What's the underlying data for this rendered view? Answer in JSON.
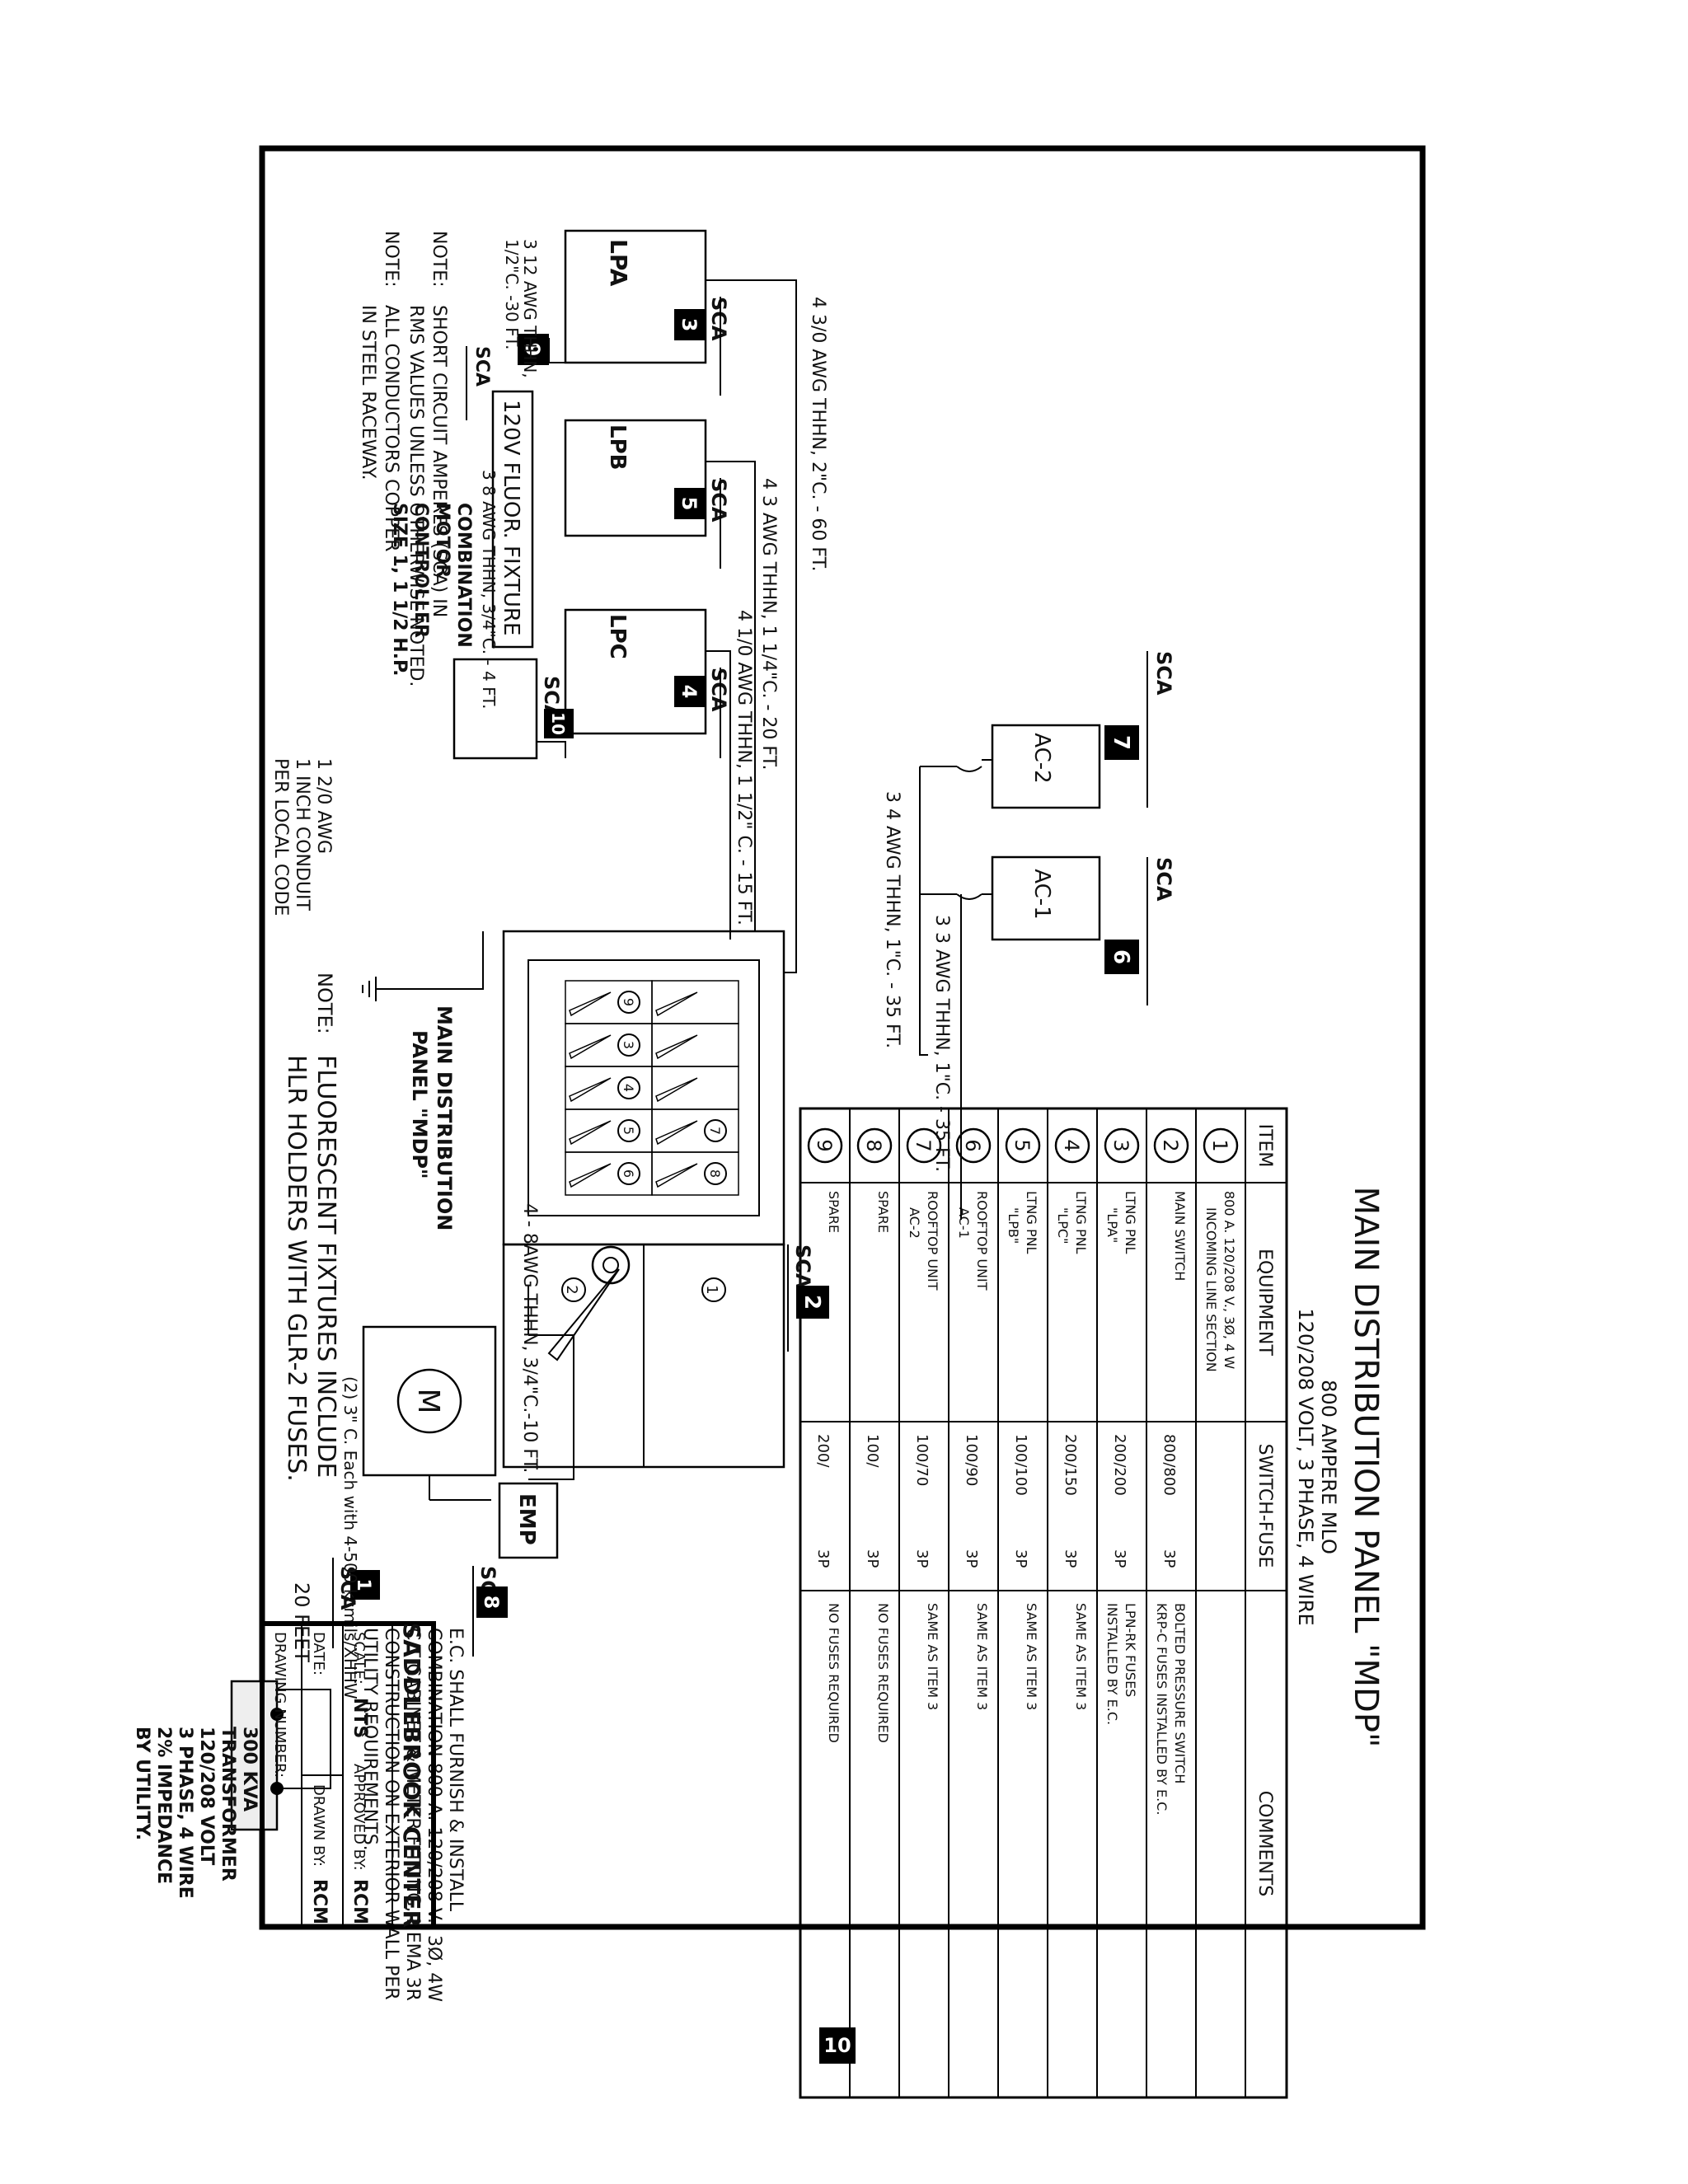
{
  "panel_table": {
    "title": "MAIN DISTRIBUTION PANEL \"MDP\"",
    "subtitle1": "800 AMPERE MLO",
    "subtitle2": "120/208 VOLT, 3 PHASE, 4 WIRE",
    "headers": {
      "item": "ITEM",
      "equipment": "EQUIPMENT",
      "switch_fuse": "SWITCH-FUSE",
      "comments": "COMMENTS"
    },
    "rows": [
      {
        "item": "1",
        "equipment": "800 A. 120/208 V., 3Ø, 4 W",
        "equipment2": "INCOMING LINE SECTION",
        "switch": "",
        "poles": "",
        "comments": "",
        "comments2": ""
      },
      {
        "item": "2",
        "equipment": "MAIN SWITCH",
        "equipment2": "",
        "switch": "800/800",
        "poles": "3P",
        "comments": "BOLTED PRESSURE SWITCH",
        "comments2": "KRP-C FUSES INSTALLED BY E.C."
      },
      {
        "item": "3",
        "equipment": "LTNG PNL",
        "equipment2": "\"LPA\"",
        "switch": "200/200",
        "poles": "3P",
        "comments": "LPN-RK FUSES",
        "comments2": "INSTALLED BY E.C."
      },
      {
        "item": "4",
        "equipment": "LTNG PNL",
        "equipment2": "\"LPC\"",
        "switch": "200/150",
        "poles": "3P",
        "comments": "SAME AS ITEM 3",
        "comments2": ""
      },
      {
        "item": "5",
        "equipment": "LTNG PNL",
        "equipment2": "\"LPB\"",
        "switch": "100/100",
        "poles": "3P",
        "comments": "SAME AS ITEM 3",
        "comments2": ""
      },
      {
        "item": "6",
        "equipment": "ROOFTOP UNIT",
        "equipment2": "AC-1",
        "switch": "100/90",
        "poles": "3P",
        "comments": "SAME AS ITEM 3",
        "comments2": ""
      },
      {
        "item": "7",
        "equipment": "ROOFTOP UNIT",
        "equipment2": "AC-2",
        "switch": "100/70",
        "poles": "3P",
        "comments": "SAME AS ITEM 3",
        "comments2": ""
      },
      {
        "item": "8",
        "equipment": "SPARE",
        "equipment2": "",
        "switch": "100/",
        "poles": "3P",
        "comments": "NO FUSES REQUIRED",
        "comments2": ""
      },
      {
        "item": "9",
        "equipment": "SPARE",
        "equipment2": "",
        "switch": "200/",
        "poles": "3P",
        "comments": "NO FUSES REQUIRED",
        "comments2": ""
      }
    ]
  },
  "equipment": {
    "lpa": "LPA",
    "lpb": "LPB",
    "lpc": "LPC",
    "ac1": "AC-1",
    "ac2": "AC-2",
    "emp": "EMP",
    "fixture": "120V FLUOR. FIXTURE",
    "mdp_label": "MAIN DISTRIBUTION",
    "mdp_label2": "PANEL \"MDP\"",
    "transformer_symbol": "M",
    "sca": "SCA"
  },
  "badges": [
    "1",
    "2",
    "3",
    "4",
    "5",
    "6",
    "7",
    "8",
    "9",
    "10"
  ],
  "wires": {
    "lpa_feed": "4  3/0 AWG THHN, 2\"C. - 60 FT.",
    "lpb_feed": "4  3 AWG THHN, 1 1/4\"C. - 20 FT.",
    "lpc_feed": "4  1/0 AWG THHN, 1 1/2\" C. - 15 FT.",
    "ac2_feed": "3  4 AWG THHN, 1\"C. - 35 FT.",
    "ac1_feed": "3  3 AWG THHN, 1\"C. - 35 FT.",
    "emp_feed": "4 - 8AWG THHN, 3/4\"C.-10 FT.",
    "fixture_feed1": "3 12 AWG THHN,",
    "fixture_feed2": "1/2\"C. -30 FT.",
    "motor_feed": "3  8 AWG THHN, 3/4\"C.  -  4 FT.",
    "motor1": "COMBINATION",
    "motor2": "MOTOR",
    "motor3": "CONTROLLER",
    "motor4": "SIZE 1, 1 1/2 H.P.",
    "ground1": "1 2/0 AWG",
    "ground2": "1 INCH CONDUIT",
    "ground3": "PER LOCAL CODE",
    "service": "(2) 3\" C. Each with 4-500 kcmils/XHHW",
    "distance": "20 FEET"
  },
  "emp_note": [
    "E.C. SHALL FURNISH & INSTALL",
    "COMBINATION 800 A. 120/208 V., 3Ø, 4W",
    "C/T CABINET & METER FITTING, NEMA 3R",
    "CONSTRUCTION ON EXTERIOR WALL PER",
    "UTILITY REQUIREMENTS."
  ],
  "transformer_note": [
    "300 KVA",
    "TRANSFORMER",
    "120/208 VOLT",
    "3 PHASE, 4 WIRE",
    "2% IMPEDANCE",
    "BY UTILITY."
  ],
  "notes": {
    "n1_label": "NOTE:",
    "n1a": "SHORT CIRCUIT AMPERES (SCA) IN",
    "n1b": "RMS VALUES UNLESS OTHERWISE NOTED.",
    "n2_label": "NOTE:",
    "n2a": "ALL CONDUCTORS COPPER",
    "n2b": "IN STEEL RACEWAY.",
    "n3_label": "NOTE:",
    "n3a": "FLUORESCENT FIXTURES INCLUDE",
    "n3b": "HLR HOLDERS WITH GLR-2 FUSES."
  },
  "title_block": {
    "project": "SADDLEBROOK CENTER",
    "scale_label": "SCALE:",
    "scale_value": "NTS",
    "approved_label": "APPROVED BY:",
    "approved_value": "RCM",
    "date_label": "DATE:",
    "drawn_label": "DRAWN BY:",
    "drawn_value": "RCM",
    "drawing_number_label": "DRAWING NUMBER:"
  },
  "mdp_cells": [
    "9",
    "3",
    "4",
    "7",
    "8",
    "5",
    "6"
  ],
  "main_switch_cells": [
    "1",
    "2"
  ],
  "page_number": "10"
}
